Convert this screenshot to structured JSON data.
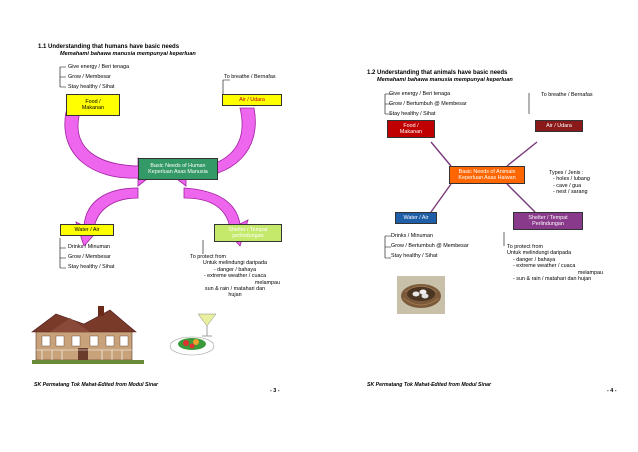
{
  "left": {
    "heading": "1.1 Understanding that humans have basic needs",
    "subheading": "Memahami bahawa manusia mempunyai keperluan",
    "food_box": [
      "Food /",
      "Makanan"
    ],
    "food_items": [
      "Give energy / Beri tenaga",
      "Grow / Membesar",
      "Stay healthy / Sihat"
    ],
    "breathe_text": "To breathe / Bernafas",
    "air_box": "Air / Udara",
    "center_box": [
      "Basic Needs of Human",
      "Keperluan Asas Manusia"
    ],
    "water_box": "Water / Air",
    "water_items": [
      "Drinks / Minuman",
      "Grow / Membesar",
      "Stay healthy / Sihat"
    ],
    "shelter_box": [
      "Shelter / Tempat",
      "perlindungan"
    ],
    "protect_text": [
      "To protect from",
      "Untuk melindungi daripada",
      "- danger / bahaya",
      "- extreme weather / cuaca",
      "melampau",
      "sun & rain / matahari dan",
      "hujan"
    ],
    "footer": "SK Permatang Tok Mahat-Edited from Modul Sinar",
    "page_number": "- 3 -"
  },
  "right": {
    "heading": "1.2 Understanding that animals have basic needs",
    "subheading": "Memahami bahawa manusia mempunyai keperluan",
    "food_items": [
      "Give energy / Beri tenaga",
      "Grow / Bertumbuh @ Membesar",
      "Stay healthy / Sihat"
    ],
    "food_box": [
      "Food /",
      "Makanan"
    ],
    "breathe_text": "To breathe / Bernafas",
    "air_box": "Air / Udara",
    "center_box": [
      "Basic Needs of Animals",
      "Keperluan Asas Haiwan"
    ],
    "types_text": [
      "Types / Jenis :",
      "- holes / lubang",
      "- cave / gua",
      "- nest / sarang"
    ],
    "water_box": "Water / Air",
    "water_items": [
      "Drinks / Minuman",
      "Grow / Bertumbuh @ Membesar",
      "Stay healthy / Sihat"
    ],
    "shelter_box": [
      "Shelter / Tempat",
      "Perlindungan"
    ],
    "protect_text": [
      "To protect from",
      "Untuk melindungi daripada",
      "- danger / bahaya",
      "- extreme weather / cuaca",
      "melampau",
      "- sun & rain / matahari dan hujan"
    ],
    "footer": "SK Permatang Tok Mahat-Edited from Modul Sinar",
    "page_number": "- 4 -"
  },
  "colors": {
    "yellow_box": "#ffff00",
    "green_box": "#339966",
    "lime_box": "#c5e96a",
    "red_box": "#c00000",
    "darkred_box": "#8a1a1a",
    "orange_box": "#ff6600",
    "blue_box": "#1f5fa8",
    "purple_box": "#8a3a8a",
    "magenta_arrow": "#ee66ee"
  },
  "icons": [
    "house-illustration",
    "meal-and-drink-illustration",
    "bird-nest-illustration"
  ]
}
